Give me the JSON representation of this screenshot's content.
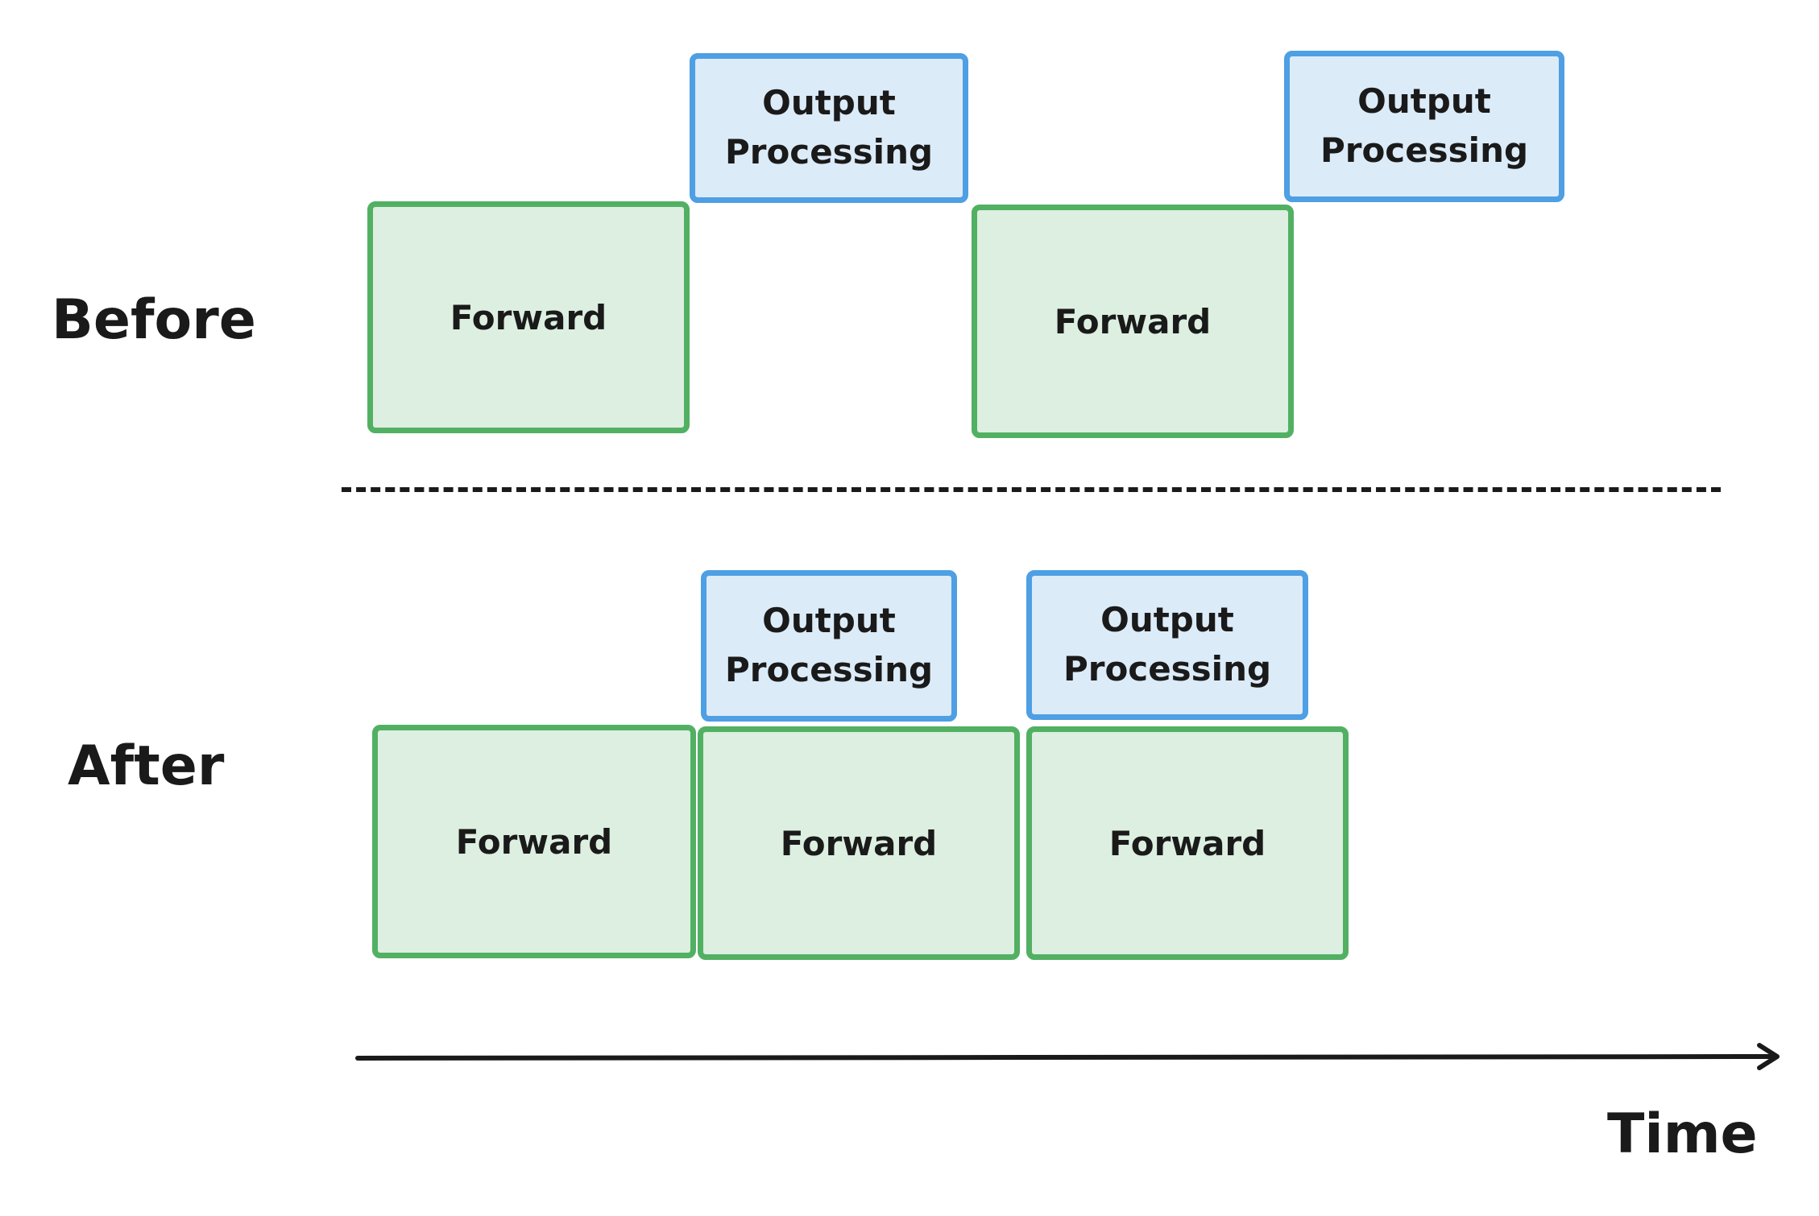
{
  "rows": {
    "before_label": "Before",
    "after_label": "After"
  },
  "before": {
    "forward_1": "Forward",
    "output_1_line1": "Output",
    "output_1_line2": "Processing",
    "forward_2": "Forward",
    "output_2_line1": "Output",
    "output_2_line2": "Processing"
  },
  "after": {
    "forward_1": "Forward",
    "output_1_line1": "Output",
    "output_1_line2": "Processing",
    "forward_2": "Forward",
    "output_2_line1": "Output",
    "output_2_line2": "Processing",
    "forward_3": "Forward"
  },
  "axis": {
    "label": "Time"
  },
  "colors": {
    "forward_fill": "#dcefe0",
    "forward_border": "#52b063",
    "output_fill": "#dcebf8",
    "output_border": "#4e9fe3",
    "text": "#1a1a1a"
  }
}
